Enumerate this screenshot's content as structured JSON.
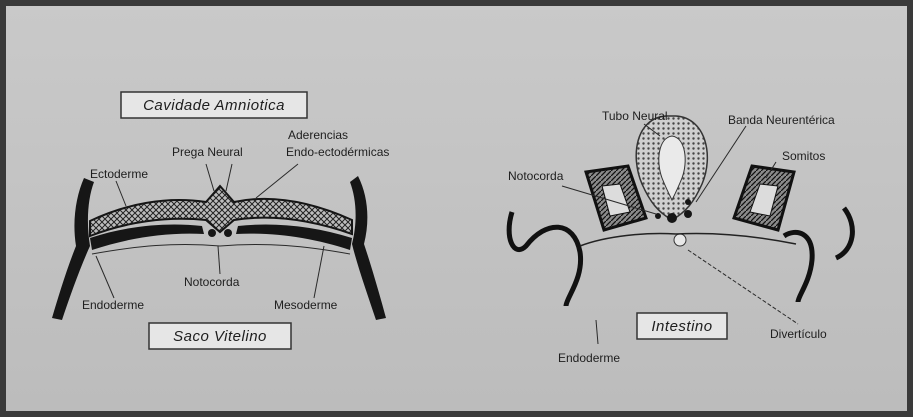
{
  "left_diagram": {
    "title_top": "Cavidade  Amniotica",
    "title_bottom": "Saco  Vitelino",
    "labels": {
      "ectoderme": "Ectoderme",
      "prega_neural": "Prega Neural",
      "aderencias_1": "Aderencias",
      "aderencias_2": "Endo-ectodérmicas",
      "notocorda": "Notocorda",
      "endoderme": "Endoderme",
      "mesoderme": "Mesoderme"
    }
  },
  "right_diagram": {
    "box_label": "Intestino",
    "labels": {
      "tubo_neural": "Tubo Neural",
      "banda_neurenterica": "Banda Neurentérica",
      "notocorda": "Notocorda",
      "somitos": "Somitos",
      "diverticulo": "Divertículo",
      "endoderme": "Endoderme"
    }
  }
}
